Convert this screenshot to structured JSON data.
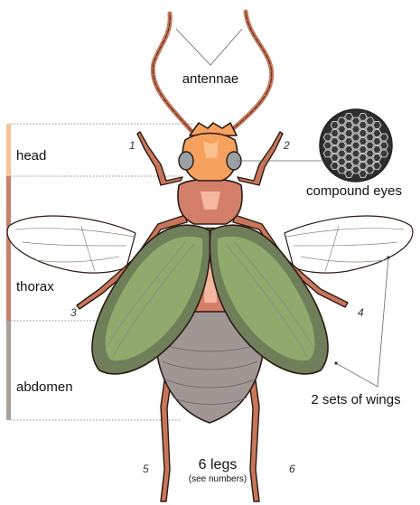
{
  "labels": {
    "antennae": "antennae",
    "compound_eyes": "compound eyes",
    "head": "head",
    "thorax": "thorax",
    "abdomen": "abdomen",
    "wings": "2 sets of wings",
    "legs": "6 legs",
    "legs_note": "(see numbers)"
  },
  "leg_numbers": [
    "1",
    "2",
    "3",
    "4",
    "5",
    "6"
  ],
  "colors": {
    "head": "#f7a15e",
    "head_band": "#f6c39a",
    "thorax": "#d47f6a",
    "thorax_band": "#c8806b",
    "abdomen": "#a09794",
    "abdomen_band": "#a8a09d",
    "elytra": "#8faa6c",
    "elytra_dark": "#6e7f5a"
  }
}
